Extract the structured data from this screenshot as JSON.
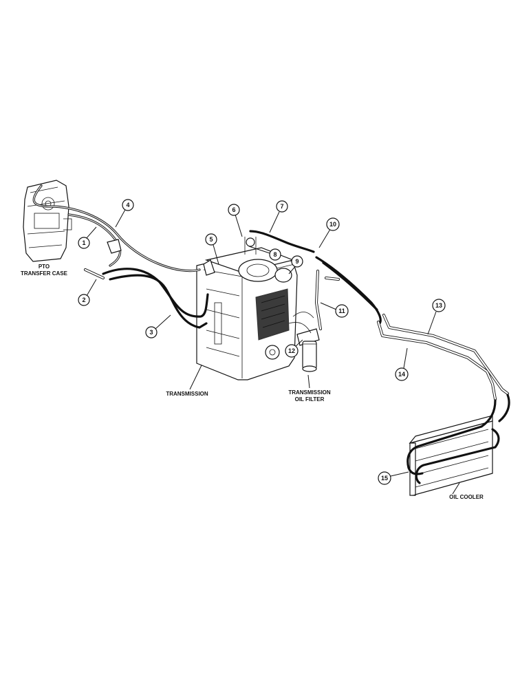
{
  "labels": {
    "pto": "PTO",
    "transfer_case": "TRANSFER CASE",
    "transmission": "TRANSMISSION",
    "filter_line1": "TRANSMISSION",
    "filter_line2": "OIL FILTER",
    "oil_cooler": "OIL COOLER"
  },
  "callouts": [
    "1",
    "2",
    "3",
    "4",
    "5",
    "6",
    "7",
    "8",
    "9",
    "10",
    "11",
    "12",
    "13",
    "14",
    "15"
  ]
}
